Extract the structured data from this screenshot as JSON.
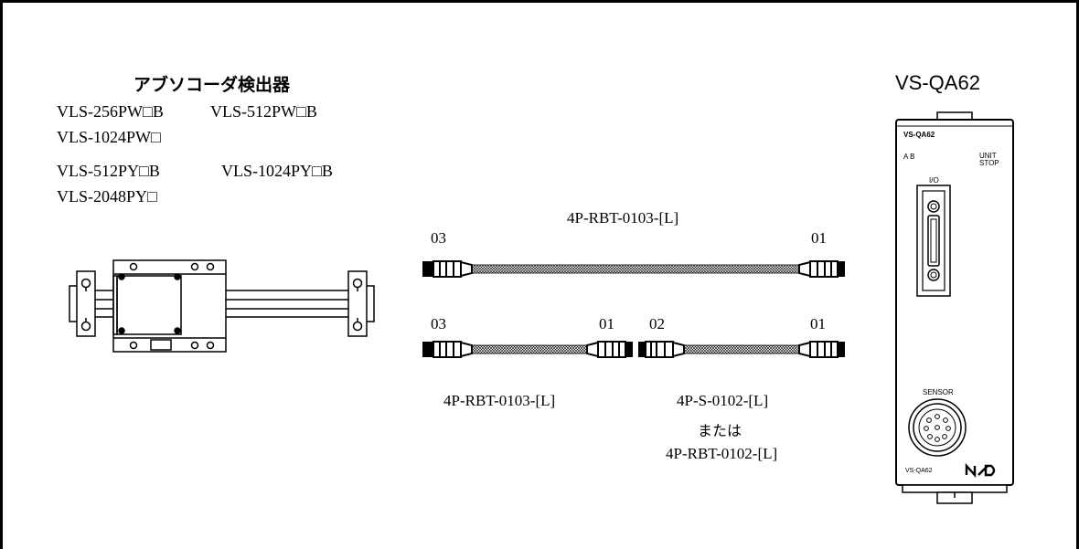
{
  "encoder": {
    "title": "アブソコーダ検出器",
    "models": [
      "VLS-256PW□B",
      "VLS-512PW□B",
      "VLS-1024PW□",
      "VLS-512PY□B",
      "VLS-1024PY□B",
      "VLS-2048PY□"
    ]
  },
  "cables": {
    "top": {
      "label": "4P-RBT-0103-[L]",
      "left_end": "03",
      "right_end": "01"
    },
    "bottom_left": {
      "label": "4P-RBT-0103-[L]",
      "left_end": "03",
      "right_end": "01"
    },
    "bottom_right": {
      "left_end": "02",
      "right_end": "01",
      "label_line1": "4P-S-0102-[L]",
      "label_line2": "または",
      "label_line3": "4P-RBT-0102-[L]"
    }
  },
  "unit": {
    "title": "VS-QA62",
    "panel_model": "VS-QA62",
    "ab_label": "A B",
    "unit_stop_line1": "UNIT",
    "unit_stop_line2": "STOP",
    "io_label": "I/O",
    "sensor_label": "SENSOR",
    "bottom_model": "VS-QA62",
    "logo": "NSD"
  },
  "icons": [
    "absocoder-sensor-icon",
    "cable-icon",
    "plc-module-icon",
    "connector-icon",
    "nsd-logo-icon"
  ]
}
